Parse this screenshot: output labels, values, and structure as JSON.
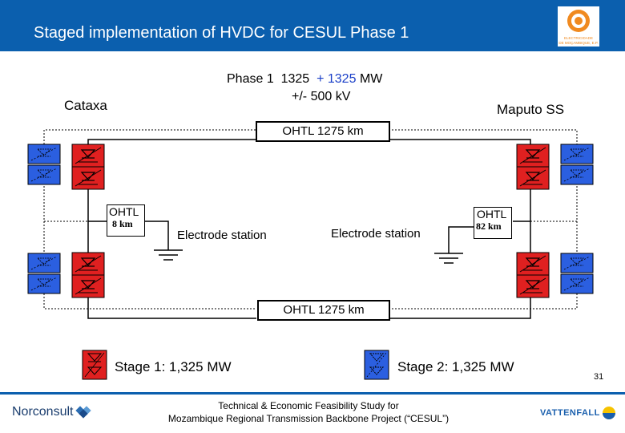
{
  "header": {
    "title": "Staged implementation of HVDC for CESUL Phase 1",
    "logo_text_line1": "ELECTRICIDADE",
    "logo_text_line2": "DE MOÇAMBIQUE, E.P."
  },
  "diagram": {
    "phase_label": "Phase 1",
    "capacity_stage1": "1325",
    "capacity_plus": "+ 1325",
    "capacity_unit": "MW",
    "voltage": "+/- 500 kV",
    "left_station": "Cataxa",
    "right_station": "Maputo SS",
    "top_line": "OHTL 1275 km",
    "bottom_line": "OHTL 1275 km",
    "left_electrode_line_title": "OHTL",
    "left_electrode_line_length": "8 km",
    "right_electrode_line_title": "OHTL",
    "right_electrode_line_length": "82 km",
    "left_electrode_station": "Electrode station",
    "right_electrode_station": "Electrode station"
  },
  "legend": {
    "stage1_label": "Stage 1: 1,325 MW",
    "stage2_label": "Stage 2: 1,325 MW"
  },
  "colors": {
    "stage1": "#e02020",
    "stage2": "#2b5fe0",
    "header_blue": "#0b5fae"
  },
  "footer": {
    "page_number": "31",
    "line1": "Technical & Economic Feasibility Study for",
    "line2": "Mozambique Regional Transmission Backbone Project (“CESUL”)",
    "left_logo": "Norconsult",
    "right_logo": "VATTENFALL"
  }
}
